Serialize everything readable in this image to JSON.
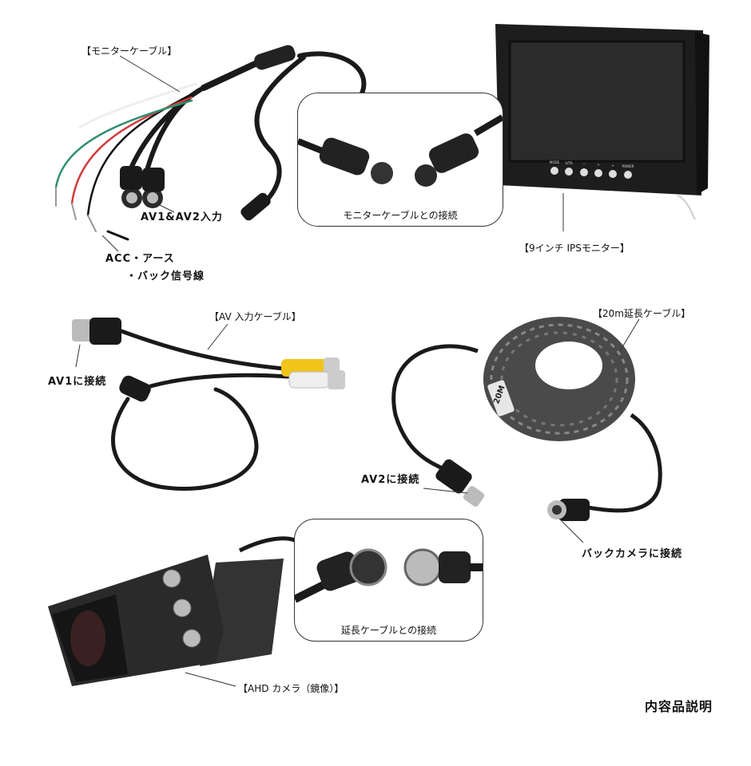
{
  "labels": {
    "monitor_cable": "【モニターケーブル】",
    "av_inputs": "AV1&AV2入力",
    "acc_line1": "ACC・アース",
    "acc_line2": "・バック信号線",
    "monitor_9inch": "【9インチ IPSモニター】",
    "monitor_connection": "モニターケーブルとの接続",
    "av_input_cable": "【AV 入力ケーブル】",
    "connect_av1": "AV1に接続",
    "ext_cable_20m": "【20m延長ケーブル】",
    "connect_av2": "AV2に接続",
    "connect_back_camera": "バックカメラに接続",
    "ext_connection": "延長ケーブルとの接続",
    "ahd_camera": "【AHD カメラ（鏡像）】",
    "coil_print": "20M"
  },
  "title": "内容品説明",
  "monitor_buttons": [
    "MODE",
    "V/TR",
    "−",
    "＋",
    "+",
    "POWER"
  ]
}
